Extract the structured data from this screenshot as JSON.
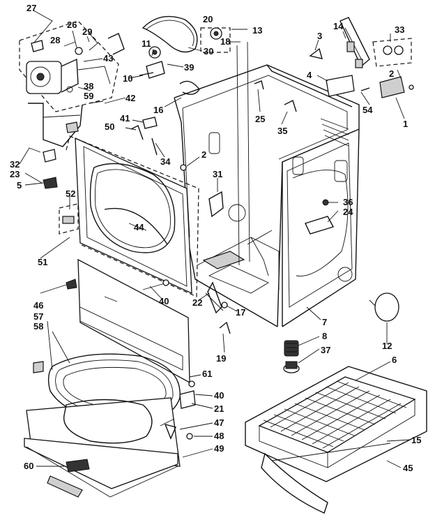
{
  "callouts": [
    "27",
    "26",
    "29",
    "28",
    "43",
    "38",
    "59",
    "42",
    "11",
    "10",
    "39",
    "30",
    "20",
    "18",
    "13",
    "14",
    "3",
    "33",
    "4",
    "2",
    "54",
    "1",
    "16",
    "25",
    "35",
    "41",
    "50",
    "34",
    "2",
    "31",
    "32",
    "23",
    "5",
    "52",
    "44",
    "51",
    "36",
    "24",
    "46",
    "40",
    "22",
    "17",
    "7",
    "8",
    "57",
    "58",
    "19",
    "37",
    "12",
    "6",
    "61",
    "40",
    "21",
    "47",
    "48",
    "49",
    "60",
    "15",
    "45"
  ]
}
